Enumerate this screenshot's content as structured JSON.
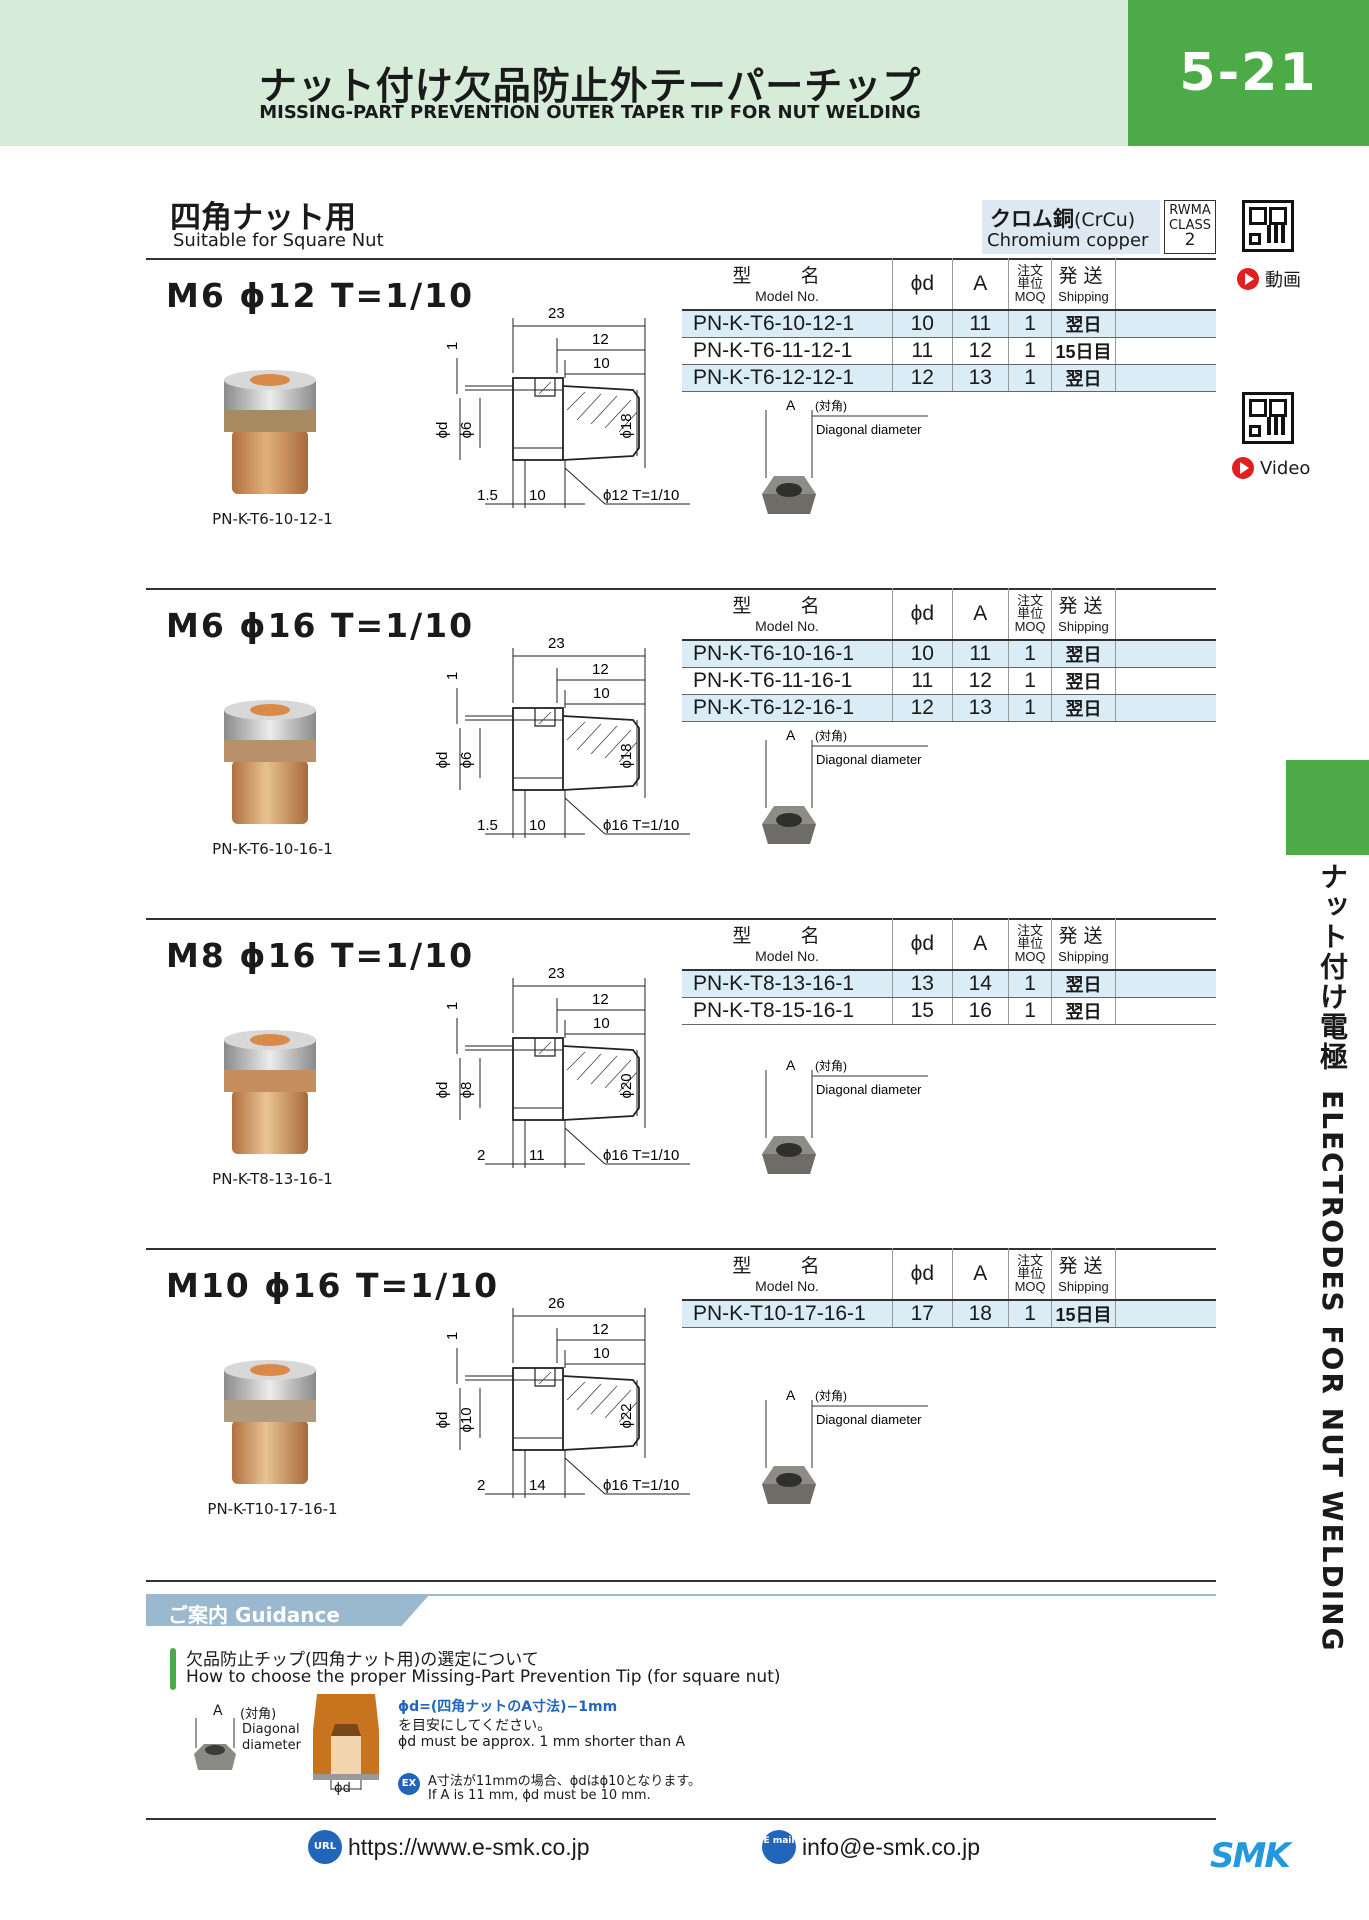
{
  "header": {
    "title_jp": "ナット付け欠品防止外テーパーチップ",
    "title_en": "MISSING-PART PREVENTION OUTER TAPER TIP FOR NUT WELDING",
    "page_number": "5-21"
  },
  "section": {
    "title_jp": "四角ナット用",
    "title_en": "Suitable for Square Nut"
  },
  "material": {
    "jp": "クロム銅",
    "jp_sub": "(CrCu)",
    "en": "Chromium copper",
    "rwma_1": "RWMA",
    "rwma_2": "CLASS",
    "rwma_3": "2"
  },
  "video": {
    "label_jp": "動画",
    "label_en": "Video"
  },
  "side": {
    "label_jp": "ナット付け電極",
    "label_en": "ELECTRODES FOR NUT WELDING"
  },
  "table_headers": {
    "model_jp": "型 名",
    "model_en": "Model No.",
    "phi_d": "ϕd",
    "a": "A",
    "moq_1": "注文",
    "moq_2": "単位",
    "moq_3": "MOQ",
    "ship_jp": "発送",
    "ship_en": "Shipping"
  },
  "nut_labels": {
    "a": "A",
    "diag_jp": "(対角)",
    "diag_en": "Diagonal diameter"
  },
  "blocks": [
    {
      "title": "M6 ϕ12 T=1/10",
      "caption": "PN-K-T6-10-12-1",
      "rows": [
        {
          "model": "PN-K-T6-10-12-1",
          "d": "10",
          "a": "11",
          "moq": "1",
          "ship": "翌日"
        },
        {
          "model": "PN-K-T6-11-12-1",
          "d": "11",
          "a": "12",
          "moq": "1",
          "ship": "15日目"
        },
        {
          "model": "PN-K-T6-12-12-1",
          "d": "12",
          "a": "13",
          "moq": "1",
          "ship": "翌日"
        }
      ],
      "dims": {
        "total": "23",
        "mid": "12",
        "inner": "10",
        "one": "1",
        "phid": "ϕd",
        "bore": "ϕ6",
        "outer": "ϕ18",
        "left": "1.5",
        "len": "10",
        "taper": "ϕ12 T=1/10"
      }
    },
    {
      "title": "M6 ϕ16 T=1/10",
      "caption": "PN-K-T6-10-16-1",
      "rows": [
        {
          "model": "PN-K-T6-10-16-1",
          "d": "10",
          "a": "11",
          "moq": "1",
          "ship": "翌日"
        },
        {
          "model": "PN-K-T6-11-16-1",
          "d": "11",
          "a": "12",
          "moq": "1",
          "ship": "翌日"
        },
        {
          "model": "PN-K-T6-12-16-1",
          "d": "12",
          "a": "13",
          "moq": "1",
          "ship": "翌日"
        }
      ],
      "dims": {
        "total": "23",
        "mid": "12",
        "inner": "10",
        "one": "1",
        "phid": "ϕd",
        "bore": "ϕ6",
        "outer": "ϕ18",
        "left": "1.5",
        "len": "10",
        "taper": "ϕ16 T=1/10"
      }
    },
    {
      "title": "M8 ϕ16 T=1/10",
      "caption": "PN-K-T8-13-16-1",
      "rows": [
        {
          "model": "PN-K-T8-13-16-1",
          "d": "13",
          "a": "14",
          "moq": "1",
          "ship": "翌日"
        },
        {
          "model": "PN-K-T8-15-16-1",
          "d": "15",
          "a": "16",
          "moq": "1",
          "ship": "翌日"
        }
      ],
      "dims": {
        "total": "23",
        "mid": "12",
        "inner": "10",
        "one": "1",
        "phid": "ϕd",
        "bore": "ϕ8",
        "outer": "ϕ20",
        "left": "2",
        "len": "11",
        "taper": "ϕ16 T=1/10"
      }
    },
    {
      "title": "M10 ϕ16 T=1/10",
      "caption": "PN-K-T10-17-16-1",
      "rows": [
        {
          "model": "PN-K-T10-17-16-1",
          "d": "17",
          "a": "18",
          "moq": "1",
          "ship": "15日目"
        }
      ],
      "dims": {
        "total": "26",
        "mid": "12",
        "inner": "10",
        "one": "1",
        "phid": "ϕd",
        "bore": "ϕ10",
        "outer": "ϕ22",
        "left": "2",
        "len": "14",
        "taper": "ϕ16 T=1/10"
      }
    }
  ],
  "guidance": {
    "bar": "ご案内 Guidance",
    "q_jp": "欠品防止チップ(四角ナット用)の選定について",
    "q_en": "How to choose the proper Missing-Part Prevention Tip (for square nut)",
    "fig_a": "A",
    "fig_diag_jp": "(対角)",
    "fig_diag_en1": "Diagonal",
    "fig_diag_en2": "diameter",
    "fig_phid": "ϕd",
    "formula": "ϕd=(四角ナットのA寸法)−1mm",
    "formula_jp2": "を目安にしてください。",
    "formula_en": "ϕd must be approx. 1 mm shorter than A",
    "ex_label": "EX",
    "ex_jp": "A寸法が11mmの場合、ϕdはϕ10となります。",
    "ex_en": "If A is 11 mm, ϕd must be 10 mm."
  },
  "footer": {
    "url_icon": "URL",
    "url": "https://www.e-smk.co.jp",
    "mail_icon": "E mail",
    "mail": "info@e-smk.co.jp",
    "logo": "SMK"
  },
  "colors": {
    "green": "#4dab47",
    "header_bg": "#d6ecd8",
    "row_highlight": "#daecf6",
    "material_bg": "#dde8f2",
    "guide": "#9ab9cf"
  }
}
